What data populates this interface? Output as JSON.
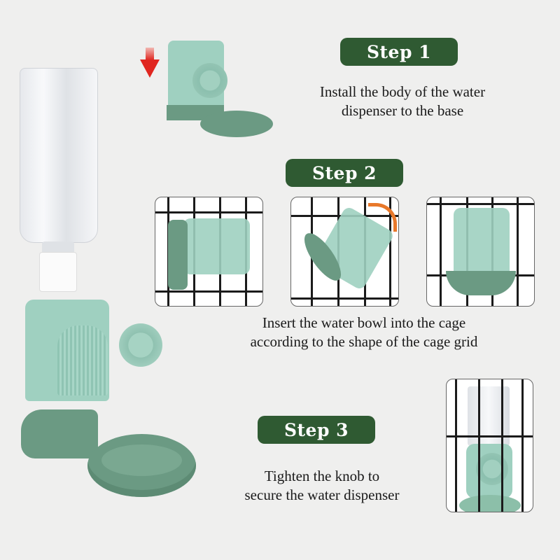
{
  "steps": [
    {
      "badge": "Step 1",
      "description_line1": "Install the body of the water",
      "description_line2": "dispenser to the base"
    },
    {
      "badge": "Step 2",
      "description_line1": "Insert the water bowl into the cage",
      "description_line2": "according to the shape of the cage grid"
    },
    {
      "badge": "Step 3",
      "description_line1": "Tighten the knob to",
      "description_line2": "secure the water dispenser"
    }
  ],
  "colors": {
    "badge_bg": "#2f5a32",
    "badge_text": "#ffffff",
    "background": "#efefee",
    "product_mint": "#9fd0c0",
    "product_sage": "#6b9a83",
    "arrow_red": "#e0261f",
    "arrow_orange": "#e8782a"
  },
  "icons": {
    "step1_arrow": "down-arrow-icon",
    "step2_arrow": "curved-rotate-arrow-icon"
  }
}
